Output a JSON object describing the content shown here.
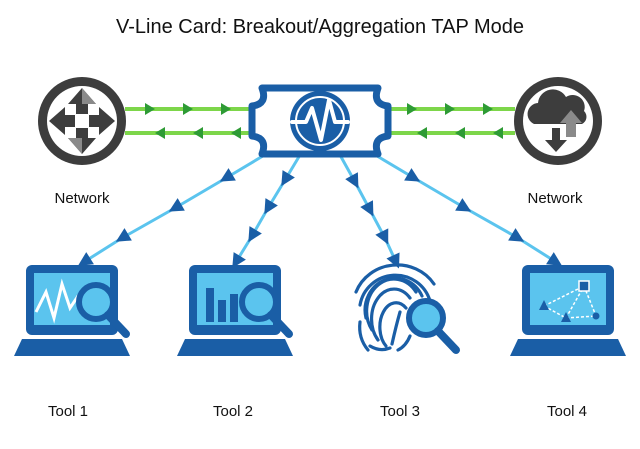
{
  "title": "V-Line Card: Breakout/Aggregation TAP Mode",
  "labels": {
    "network_left": "Network",
    "network_right": "Network",
    "tool1": "Tool 1",
    "tool2": "Tool 2",
    "tool3": "Tool 3",
    "tool4": "Tool 4"
  },
  "icons": {
    "network_left": "router-arrows-icon",
    "network_right": "cloud-updown-icon",
    "tap": "heartbeat-tap-icon",
    "tool1": "monitor-waveform-magnifier-icon",
    "tool2": "monitor-bar-chart-magnifier-icon",
    "tool3": "fingerprint-magnifier-icon",
    "tool4": "monitor-network-magnifier-icon"
  },
  "colors": {
    "dark_blue": "#1a5ea6",
    "light_blue": "#5bc4ee",
    "green": "#4cc04a",
    "dark_green": "#2e9b35",
    "gray": "#3d3d3d"
  }
}
